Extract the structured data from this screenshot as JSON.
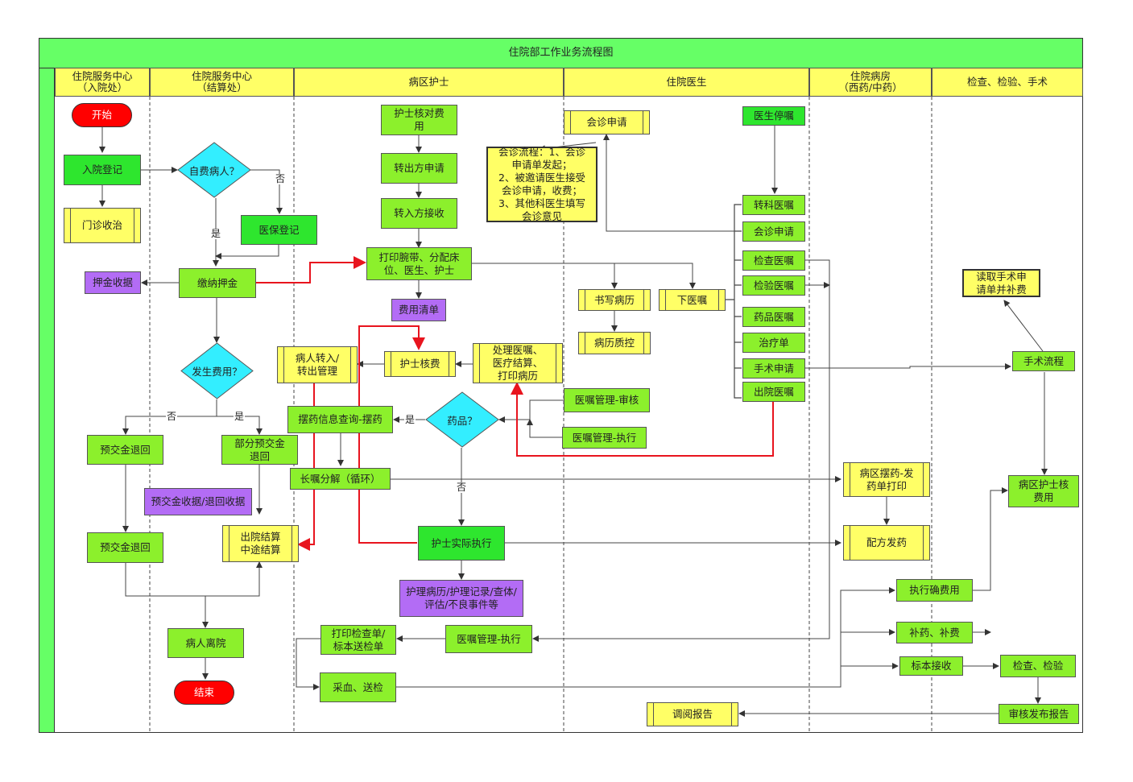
{
  "title": "住院部工作业务流程图",
  "lanes": [
    {
      "id": "ip",
      "label": "住院服务中心\n（入院处）"
    },
    {
      "id": "st",
      "label": "住院服务中心\n（结算处）"
    },
    {
      "id": "ns",
      "label": "病区护士"
    },
    {
      "id": "dr",
      "label": "住院医生"
    },
    {
      "id": "ph",
      "label": "住院病房\n（西药/中药）"
    },
    {
      "id": "ex",
      "label": "检查、检验、手术"
    }
  ],
  "nodes": {
    "start": "开始",
    "admit": "入院登记",
    "selfpay": "自费病人？",
    "clinic": "门诊收治",
    "insure": "医保登记",
    "deposit": "缴纳押金",
    "deposit_receipt": "押金收据",
    "cost_q": "发生费用？",
    "refund1": "预交金退回",
    "partial_refund": "部分预交金\n退回",
    "refund_receipt": "预交金收据/退回收据",
    "refund2": "预交金退回",
    "discharge_settle": "出院结算\n中途结算",
    "leave": "病人离院",
    "end": "结束",
    "nurse_check": "护士核对费\n用",
    "transfer_out": "转出方申请",
    "transfer_in": "转入方接收",
    "wristband": "打印腕带、分配床\n位、医生、护士",
    "cost_list": "费用清单",
    "nurse_verify": "护士核费",
    "patient_transfer": "病人转入/\n转出管理",
    "process_orders": "处理医嘱、\n医疗结算、\n打印病历",
    "drug_q": "药品？",
    "dispense_query": "摆药信息查询-摆药",
    "long_order": "长嘱分解（循环）",
    "nurse_exec": "护士实际执行",
    "nursing_records": "护理病历/护理记录/查体/\n评估/不良事件等",
    "print_check": "打印检查单/\n标本送检单",
    "order_exec2": "医嘱管理-执行",
    "blood": "采血、送检",
    "consult_req": "会诊申请",
    "consult_note": "会诊流程：1、会诊\n申请单发起；\n2、被邀请医生接受\n会诊申请，收费；\n3、其他科医生填写\n会诊意见",
    "stop_order": "医生停嘱",
    "transfer_order": "转科医嘱",
    "consult_order": "会诊申请",
    "check_order": "检查医嘱",
    "lab_order": "检验医嘱",
    "drug_order": "药品医嘱",
    "treat_order": "治疗单",
    "surgery_req": "手术申请",
    "discharge_order": "出院医嘱",
    "write_record": "书写病历",
    "quality": "病历质控",
    "issue_order": "下医嘱",
    "order_audit": "医嘱管理-审核",
    "order_exec": "医嘱管理-执行",
    "ward_dispense": "病区摆药-发\n药单打印",
    "prescription": "配方发药",
    "report_view": "调阅报告",
    "read_surgery": "读取手术申\n请单并补费",
    "surgery_flow": "手术流程",
    "nurse_fee": "病区护士核\n费用",
    "exec_fee": "执行确费用",
    "supplement": "补药、补费",
    "specimen": "标本接收",
    "exam": "检查、检验",
    "audit_report": "审核发布报告"
  },
  "edge_labels": {
    "no1": "否",
    "yes1": "是",
    "no2": "否",
    "yes2": "是",
    "yes3": "是",
    "no3": "否"
  },
  "colors": {
    "title_bar": "#66ff66",
    "lane_header": "#ffff66",
    "process_green": "#8cf02c",
    "bright_green": "#2ee62e",
    "document_purple": "#b36cf5",
    "terminal_red": "#ff0000",
    "decision_cyan": "#33eeff",
    "highlight_arrow": "#e8141e"
  }
}
